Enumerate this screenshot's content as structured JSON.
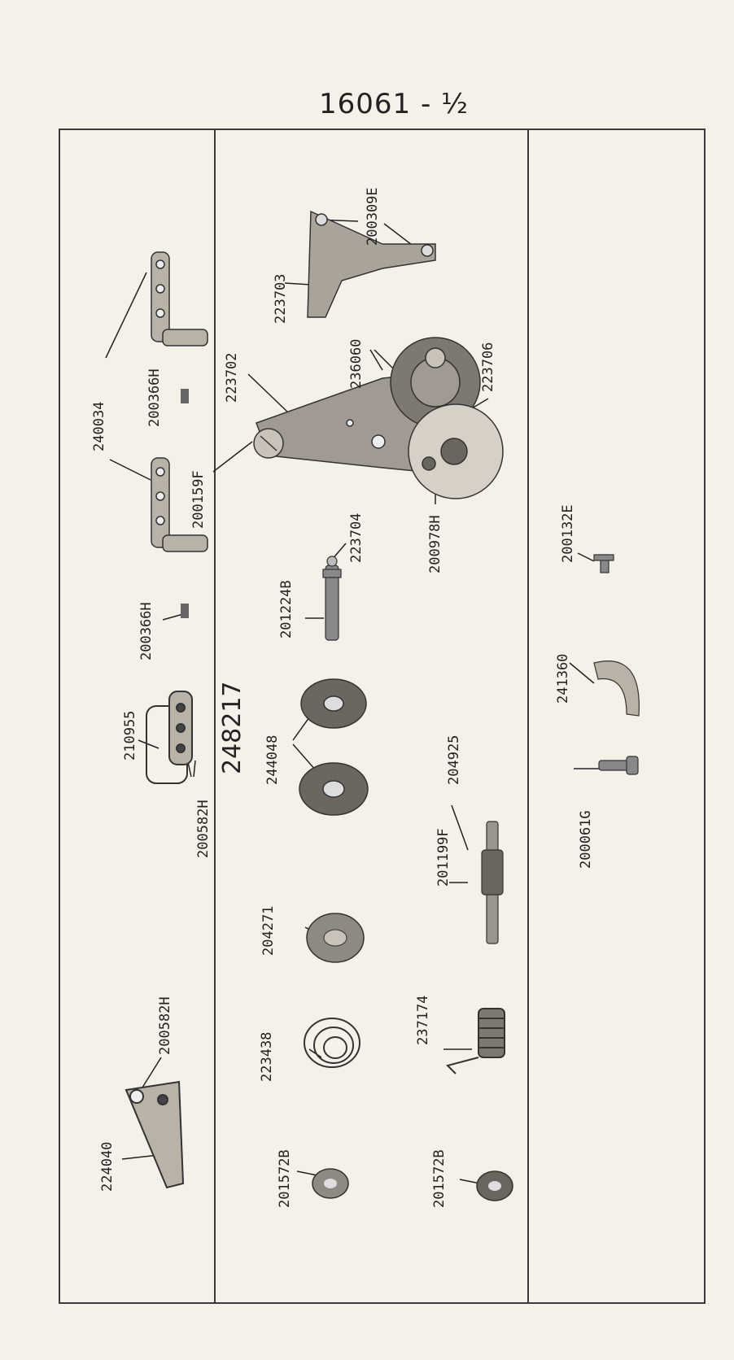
{
  "page_title": "16061 - ½",
  "assembly_number": "248217",
  "labels": [
    "240034",
    "200366H",
    "200159F",
    "200366H",
    "210955",
    "200582H",
    "200582H",
    "224040",
    "200309E",
    "223703",
    "223702",
    "236060",
    "223706",
    "200978H",
    "223704",
    "201224B",
    "244048",
    "204925",
    "201199F",
    "204271",
    "237174",
    "223438",
    "201572B",
    "201572B",
    "200132E",
    "241360",
    "200061G"
  ]
}
